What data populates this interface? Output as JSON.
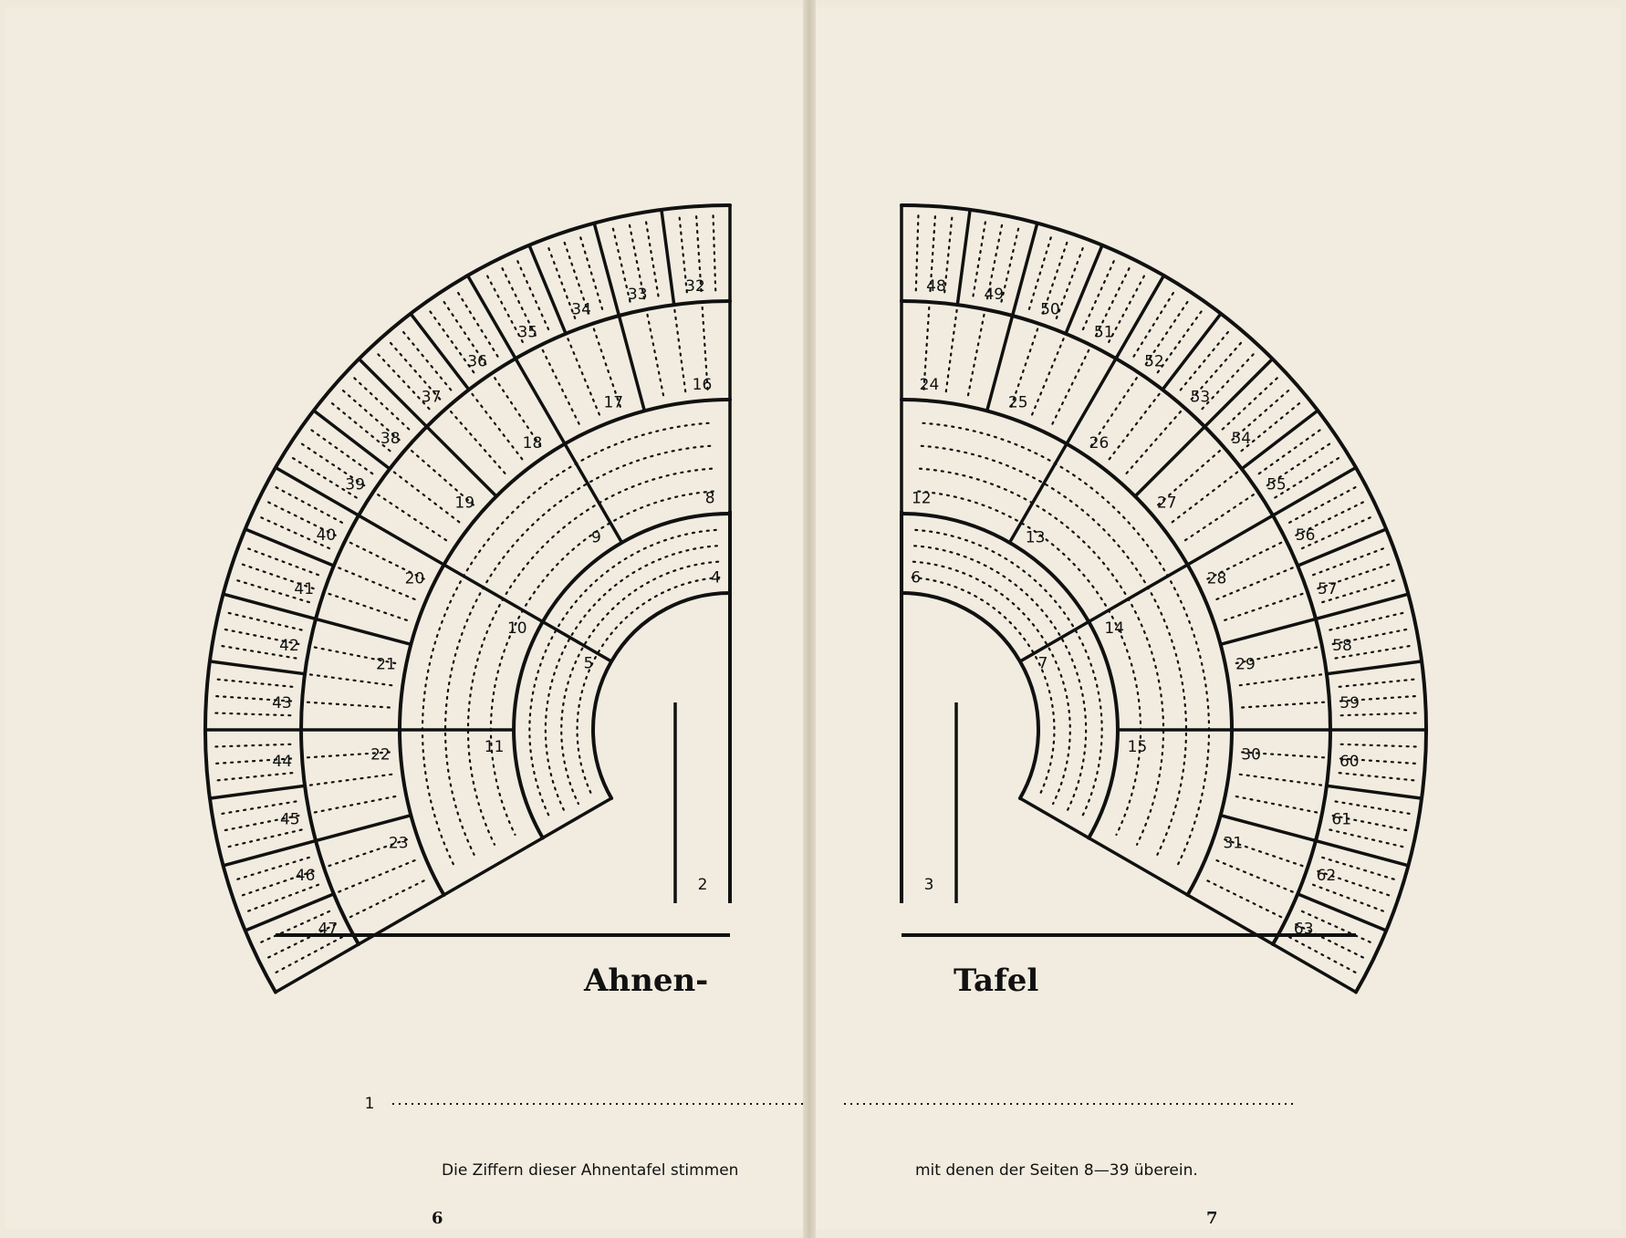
{
  "chart_title_left": "Ahnen-",
  "chart_title_right": "Tafel",
  "caption_left": "Die Ziffern dieser Ahnentafel stimmen",
  "caption_right": "mit denen der Seiten 8—39 überein.",
  "page_left": "6",
  "page_right": "7",
  "root_number": "1",
  "numbers_left": {
    "gen1": [
      "2"
    ],
    "gen2": [
      "4",
      "5"
    ],
    "gen3": [
      "8",
      "9",
      "10",
      "11"
    ],
    "gen4": [
      "16",
      "17",
      "18",
      "19",
      "20",
      "21",
      "22",
      "23"
    ],
    "gen5": [
      "32",
      "33",
      "34",
      "35",
      "36",
      "37",
      "38",
      "39",
      "40",
      "41",
      "42",
      "43",
      "44",
      "45",
      "46",
      "47"
    ]
  },
  "numbers_right": {
    "gen1": [
      "3"
    ],
    "gen2": [
      "6",
      "7"
    ],
    "gen3": [
      "12",
      "13",
      "14",
      "15"
    ],
    "gen4": [
      "24",
      "25",
      "26",
      "27",
      "28",
      "29",
      "30",
      "31"
    ],
    "gen5": [
      "48",
      "49",
      "50",
      "51",
      "52",
      "53",
      "54",
      "55",
      "56",
      "57",
      "58",
      "59",
      "60",
      "61",
      "62",
      "63"
    ]
  },
  "colors": {
    "ink": "#111111",
    "paper": "#f1ecdf"
  }
}
